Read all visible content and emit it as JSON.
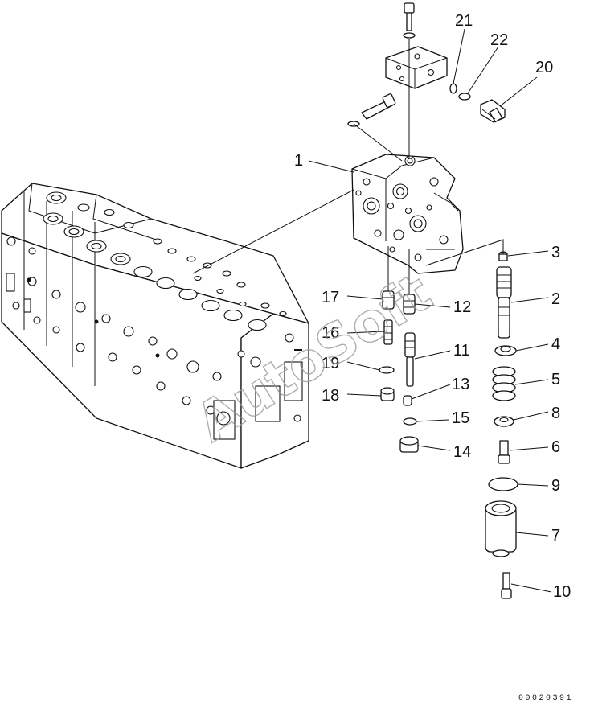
{
  "watermark": "AutoSoft",
  "document_number": "00020391",
  "callouts": [
    {
      "id": "1",
      "text": "1"
    },
    {
      "id": "2",
      "text": "2"
    },
    {
      "id": "3",
      "text": "3"
    },
    {
      "id": "4",
      "text": "4"
    },
    {
      "id": "5",
      "text": "5"
    },
    {
      "id": "6",
      "text": "6"
    },
    {
      "id": "7",
      "text": "7"
    },
    {
      "id": "8",
      "text": "8"
    },
    {
      "id": "9",
      "text": "9"
    },
    {
      "id": "10",
      "text": "10"
    },
    {
      "id": "11",
      "text": "11"
    },
    {
      "id": "12",
      "text": "12"
    },
    {
      "id": "13",
      "text": "13"
    },
    {
      "id": "14",
      "text": "14"
    },
    {
      "id": "15",
      "text": "15"
    },
    {
      "id": "16",
      "text": "16"
    },
    {
      "id": "17",
      "text": "17"
    },
    {
      "id": "18",
      "text": "18"
    },
    {
      "id": "19",
      "text": "19"
    },
    {
      "id": "20",
      "text": "20"
    },
    {
      "id": "21",
      "text": "21"
    },
    {
      "id": "22",
      "text": "22"
    }
  ]
}
